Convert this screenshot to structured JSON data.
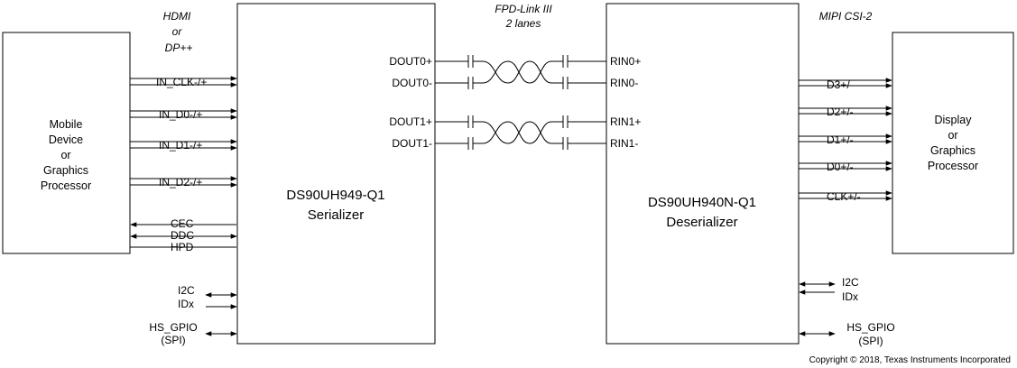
{
  "header": {
    "hdmi_line1": "HDMI",
    "hdmi_line2": "or",
    "hdmi_line3": "DP++",
    "fpd_line1": "FPD-Link III",
    "fpd_line2": "2 lanes",
    "mipi": "MIPI CSI-2"
  },
  "mobile_device": {
    "line1": "Mobile",
    "line2": "Device",
    "line3": "or",
    "line4": "Graphics",
    "line5": "Processor"
  },
  "serializer": {
    "part": "DS90UH949-Q1",
    "role": "Serializer",
    "inputs": [
      "IN_CLK-/+",
      "IN_D0-/+",
      "IN_D1-/+",
      "IN_D2-/+"
    ],
    "sideband": [
      "CEC",
      "DDC",
      "HPD"
    ],
    "control": [
      "I2C",
      "IDx"
    ],
    "gpio": [
      "HS_GPIO",
      "(SPI)"
    ],
    "outputs": [
      "DOUT0+",
      "DOUT0-",
      "DOUT1+",
      "DOUT1-"
    ]
  },
  "deserializer": {
    "part": "DS90UH940N-Q1",
    "role": "Deserializer",
    "inputs": [
      "RIN0+",
      "RIN0-",
      "RIN1+",
      "RIN1-"
    ],
    "outputs": [
      "D3+/-",
      "D2+/-",
      "D1+/-",
      "D0+/-",
      "CLK+/-"
    ],
    "control": [
      "I2C",
      "IDx"
    ],
    "gpio": [
      "HS_GPIO",
      "(SPI)"
    ]
  },
  "display": {
    "line1": "Display",
    "line2": "or",
    "line3": "Graphics",
    "line4": "Processor"
  },
  "footer": {
    "copyright": "Copyright © 2018, Texas Instruments Incorporated"
  }
}
